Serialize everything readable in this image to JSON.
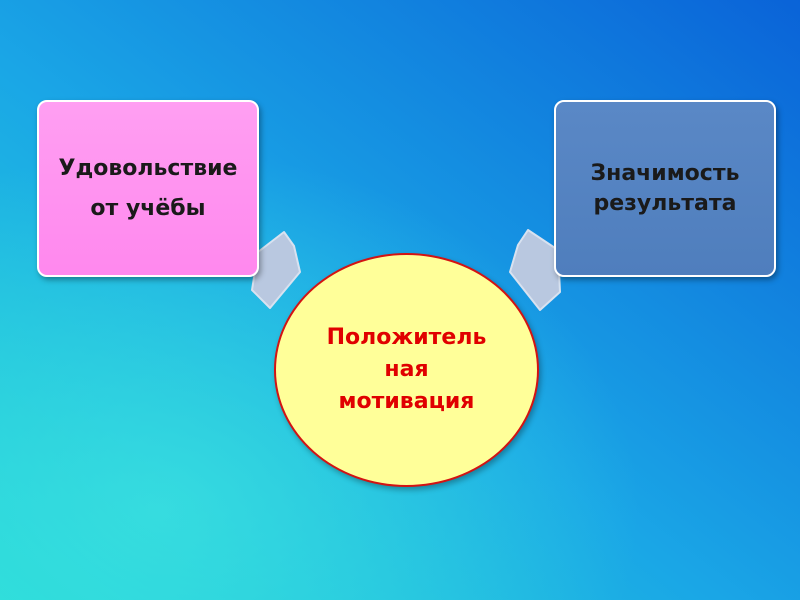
{
  "diagram": {
    "left_box": {
      "line1": "Удовольствие",
      "line2": "от учёбы",
      "fill": "#ff88ee",
      "text_color": "#1a1a1a"
    },
    "right_box": {
      "line1": "Значимость",
      "line2": "результата",
      "fill": "#4f7ebd",
      "text_color": "#1a1a1a"
    },
    "center_circle": {
      "line1": "Положитель",
      "line2": "ная",
      "line3": "мотивация",
      "fill": "#ffff99",
      "border": "#d31313",
      "text_color": "#e00000"
    },
    "arrows": {
      "color": "#b7c6de"
    }
  },
  "background": {
    "gradient_top_right": "#0a6fe0",
    "gradient_bottom_left": "#22d6d6"
  }
}
